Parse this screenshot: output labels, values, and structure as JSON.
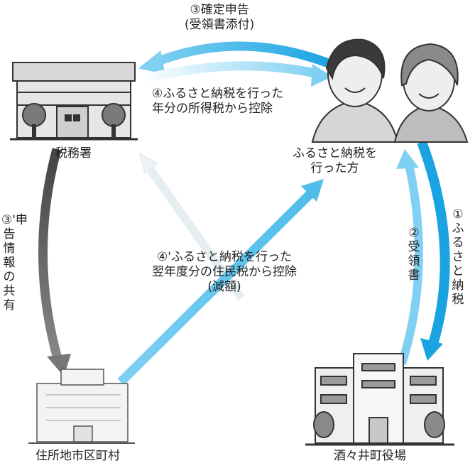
{
  "nodes": {
    "tax_office": "税務署",
    "donor": "ふるさと納税を\n行った方",
    "residence_city": "住所地市区町村",
    "sakai_town": "酒々井町役場"
  },
  "flows": {
    "f1_donation": "①ふるさと納税",
    "f2_receipt": "②受領書",
    "f3_filing": "③確定申告\n(受領書添付)",
    "f3p_info_share": "③'申告情報の共有",
    "f4_income_tax": "④ふるさと納税を行った\n年分の所得税から控除",
    "f4p_resident_tax": "④'ふるさと納税を行った\n翌年度分の住民税から控除\n(減額)"
  },
  "colors": {
    "blue_dark": "#1aa3e0",
    "blue_light": "#7fd0f2",
    "gray_dark": "#5a5a5a",
    "building_fill": "#c8c8c8",
    "building_line": "#333333"
  }
}
